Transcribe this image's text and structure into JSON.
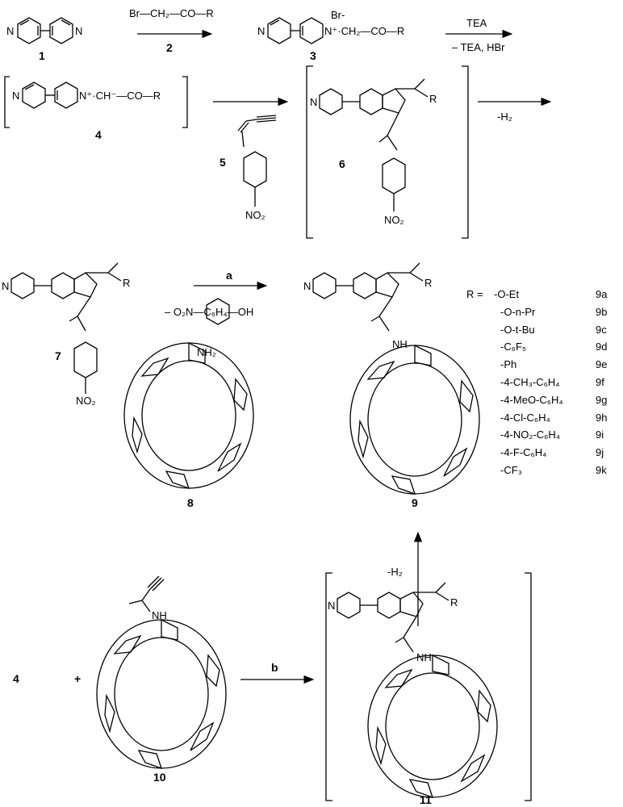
{
  "compounds": {
    "c1": "1",
    "c2": "2",
    "c3": "3",
    "c4": "4",
    "c5": "5",
    "c6": "6",
    "c7": "7",
    "c8": "8",
    "c9": "9",
    "c10": "10",
    "c11": "11",
    "c4_start": "4"
  },
  "reagents": {
    "r2_formula": "Br—CH₂—CO—R",
    "tea": "TEA",
    "tea_byproduct": "– TEA, HBr",
    "minus_h2_top": "-H₂",
    "step_a": "a",
    "pnp_leaving": "–  O₂N—C₆H₄—OH",
    "step_b": "b",
    "minus_h2_bottom": "-H₂",
    "plus": "+"
  },
  "structure_text": {
    "br_anion": "Br-",
    "n_plus_3": "N⁺·CH₂—CO—R",
    "n_plus_4": "N⁺·CH⁻—CO—R",
    "nitro_5": "NO₂",
    "nitro_6": "NO₂",
    "nitro_7": "NO₂",
    "nh2_8": "NH₂",
    "nh_9": "NH",
    "nh_10": "NH",
    "nh_11": "NH",
    "r_group": "R",
    "n_label": "N"
  },
  "r_table": {
    "header": "R =",
    "rows": [
      {
        "r": "-O-Et",
        "id": "9a"
      },
      {
        "r": "-O-n-Pr",
        "id": "9b"
      },
      {
        "r": "-O-t-Bu",
        "id": "9c"
      },
      {
        "r": "-C₆F₅",
        "id": "9d"
      },
      {
        "r": "-Ph",
        "id": "9e"
      },
      {
        "r": "-4-CH₃-C₆H₄",
        "id": "9f"
      },
      {
        "r": "-4-MeO-C₆H₄",
        "id": "9g"
      },
      {
        "r": "-4-Cl-C₆H₄",
        "id": "9h"
      },
      {
        "r": "-4-NO₂-C₆H₄",
        "id": "9i"
      },
      {
        "r": "-4-F-C₆H₄",
        "id": "9j"
      },
      {
        "r": "-CF₃",
        "id": "9k"
      }
    ]
  }
}
